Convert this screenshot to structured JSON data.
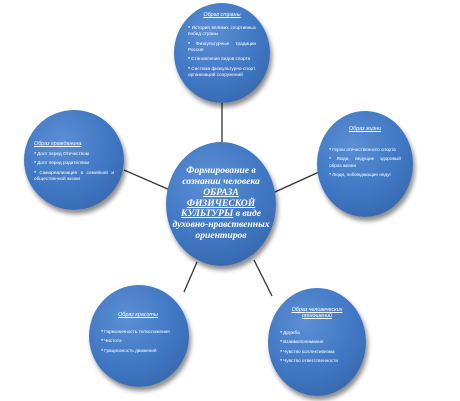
{
  "center": {
    "line1": "Формирование в сознании человека",
    "line2": "ОБРАЗА ФИЗИЧЕСКОЙ КУЛЬТУРЫ",
    "line3": "в виде духовно-нравственных ориентиров"
  },
  "nodes": {
    "top": {
      "title": "Образ страны",
      "items": [
        "История великих спортивных побед страны",
        "Физкультурные традиции России",
        "Становление видов спорта",
        "Система физкультурно-спорт. организаций сооружений"
      ]
    },
    "left": {
      "title": "Образ гражданина",
      "items": [
        "Долг перед Отечеством",
        "Долг перед родителями",
        "Самореализация в семейной и общественной жизни"
      ]
    },
    "right": {
      "title": "Образ жизни",
      "items": [
        "Герои отечественного спорта",
        "Люди, ведущие здоровый образ жизни",
        "Люди, побеждающие недуг"
      ]
    },
    "bottom_left": {
      "title": "Образ красоты",
      "items": [
        "Гармоничность телосложения",
        "Чистота",
        "Грациозность движений"
      ]
    },
    "bottom_right": {
      "title": "Образ человеческих отношений",
      "items": [
        "Дружба",
        "Взаимопонимание",
        "Чувство коллективизма",
        "Чувство ответственности"
      ]
    }
  },
  "colors": {
    "circle_fill": "#3f76c2",
    "connector": "#333333",
    "text": "#ffffff"
  }
}
